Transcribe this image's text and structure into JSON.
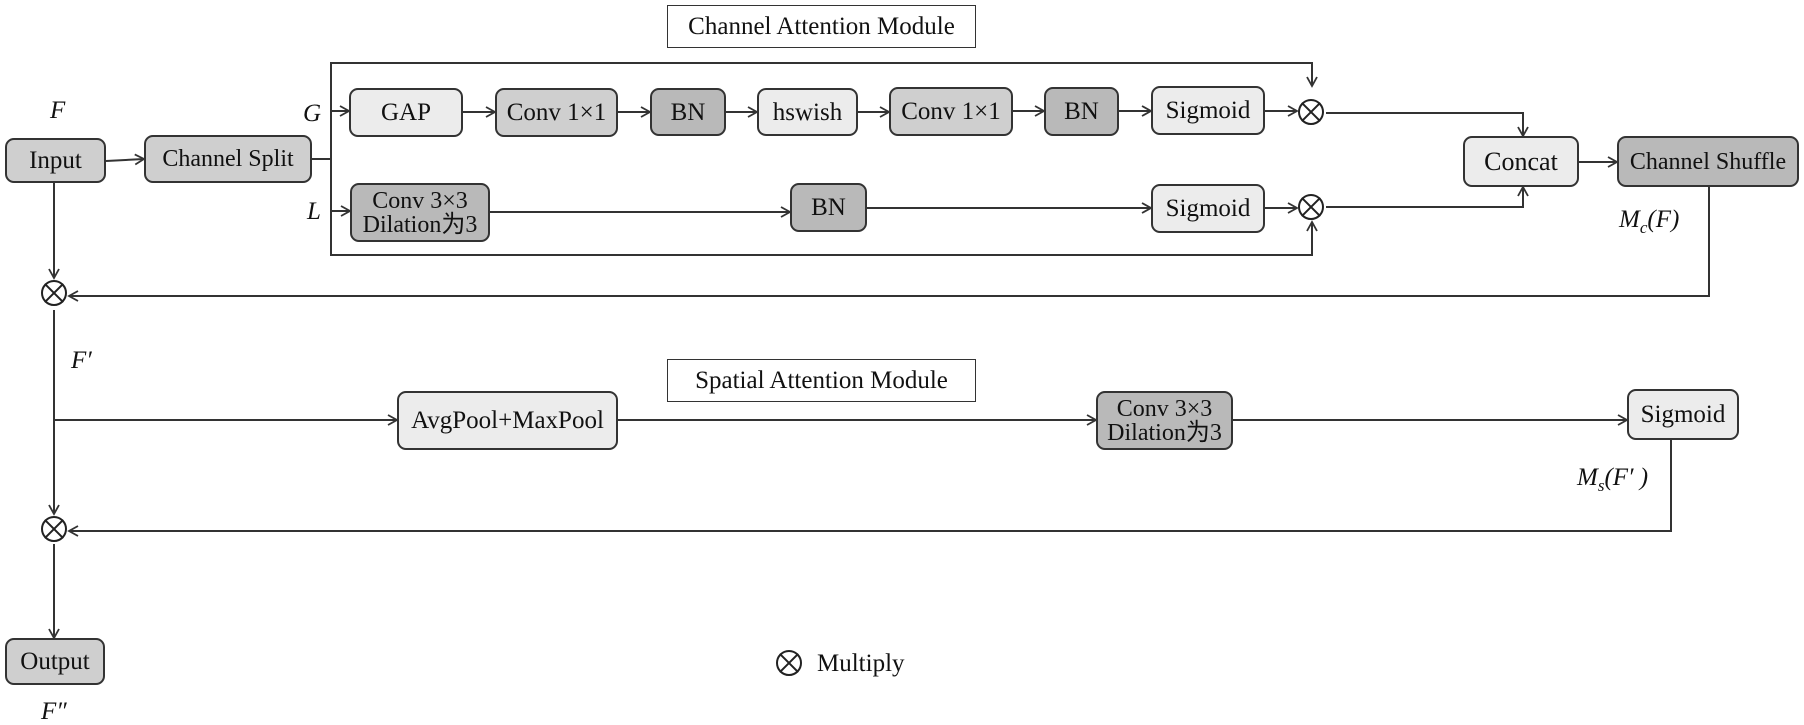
{
  "titles": {
    "channel": "Channel Attention Module",
    "spatial": "Spatial Attention Module"
  },
  "nodes": {
    "input": "Input",
    "channel_split": "Channel Split",
    "gap": "GAP",
    "conv1a": "Conv 1×1",
    "bn1": "BN",
    "hswish": "hswish",
    "conv1b": "Conv 1×1",
    "bn2": "BN",
    "sigmoid_g": "Sigmoid",
    "conv3_line1": "Conv 3×3",
    "conv3_line2": "Dilation为3",
    "bn_l": "BN",
    "sigmoid_l": "Sigmoid",
    "concat": "Concat",
    "channel_shuffle": "Channel Shuffle",
    "avgmax": "AvgPool+MaxPool",
    "sconv_line1": "Conv 3×3",
    "sconv_line2": "Dilation为3",
    "sigmoid_s": "Sigmoid",
    "output": "Output"
  },
  "labels": {
    "F": "F",
    "G": "G",
    "L": "L",
    "Fprime": "F′",
    "Fdprime": "F″",
    "Mc": {
      "base": "M",
      "sub": "c",
      "arg": "(F)"
    },
    "Ms": {
      "base": "M",
      "sub": "s",
      "arg": "(F′ )"
    }
  },
  "legend": {
    "multiply": "Multiply"
  },
  "colors": {
    "stroke": "#333333",
    "light": "#ececec",
    "mid": "#cfcfcf",
    "dark": "#b9b9b9"
  }
}
